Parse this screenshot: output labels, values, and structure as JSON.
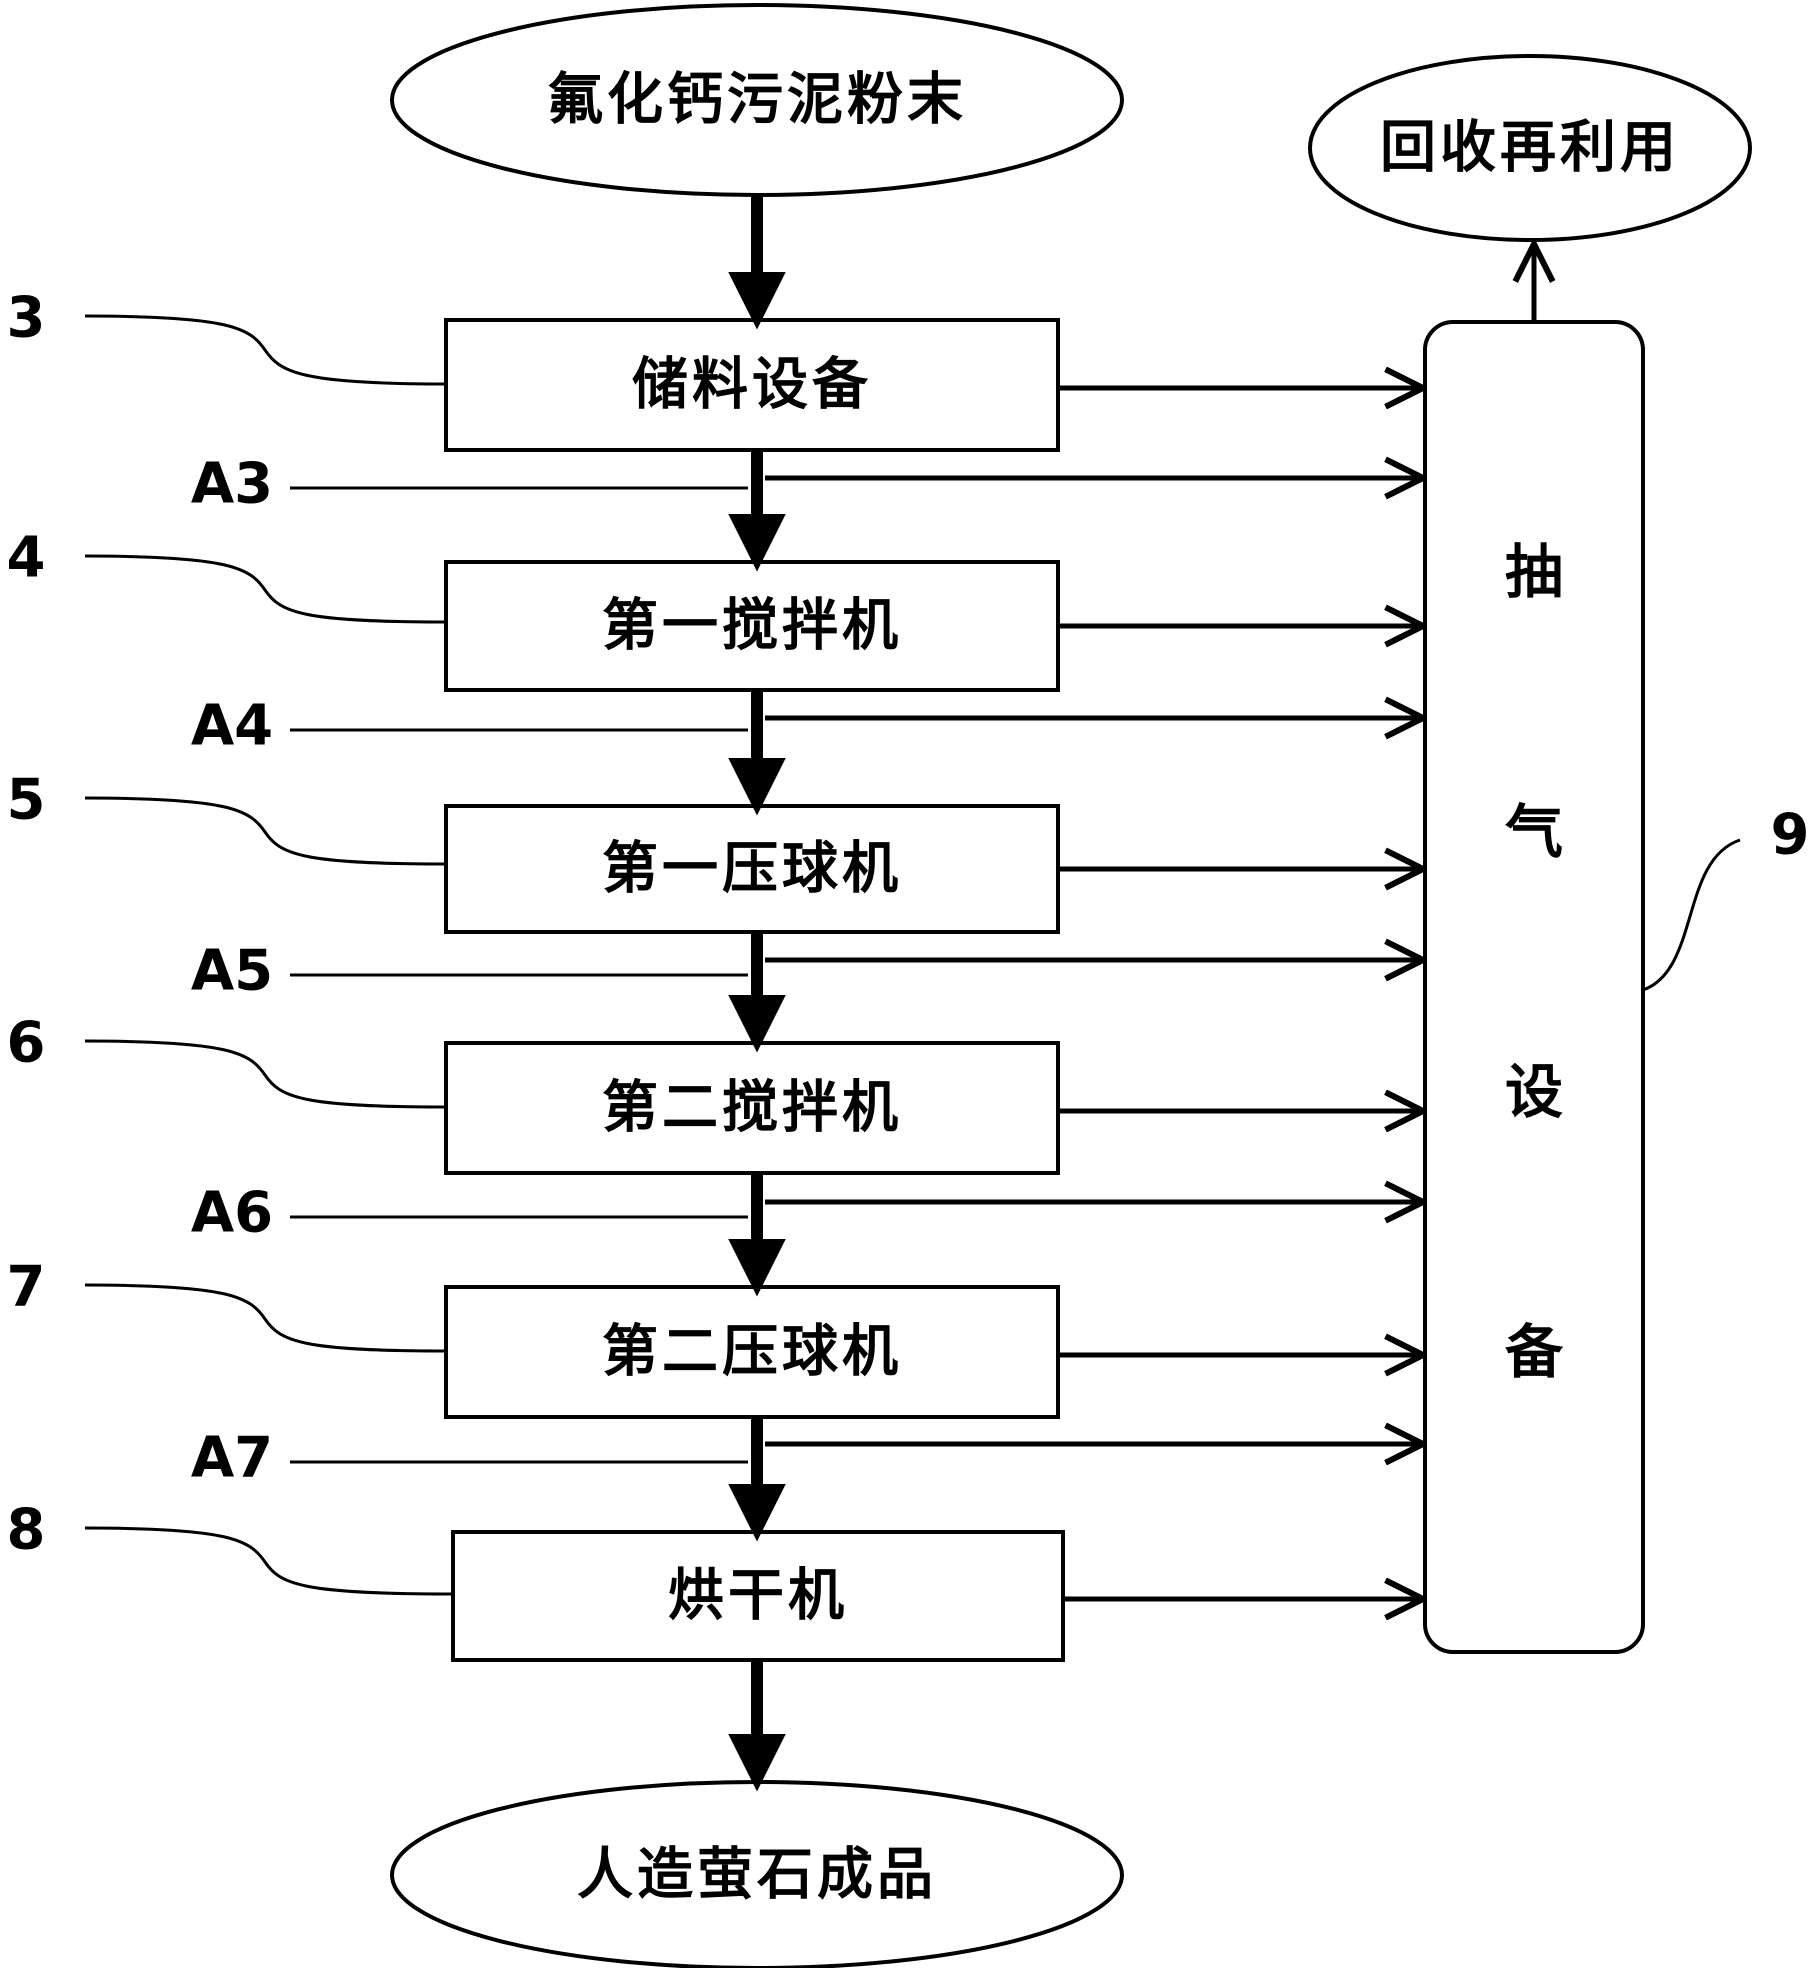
{
  "input": "氟化钙污泥粉末",
  "output": "人造萤石成品",
  "recycle": "回收再利用",
  "stages": [
    {
      "ref": "3",
      "name": "储料设备",
      "line": "A3"
    },
    {
      "ref": "4",
      "name": "第一搅拌机",
      "line": "A4"
    },
    {
      "ref": "5",
      "name": "第一压球机",
      "line": "A5"
    },
    {
      "ref": "6",
      "name": "第二搅拌机",
      "line": "A6"
    },
    {
      "ref": "7",
      "name": "第二压球机",
      "line": "A7"
    },
    {
      "ref": "8",
      "name": "烘干机"
    }
  ],
  "exhaust": {
    "ref": "9",
    "chars": [
      "抽",
      "气",
      "设",
      "备"
    ]
  }
}
